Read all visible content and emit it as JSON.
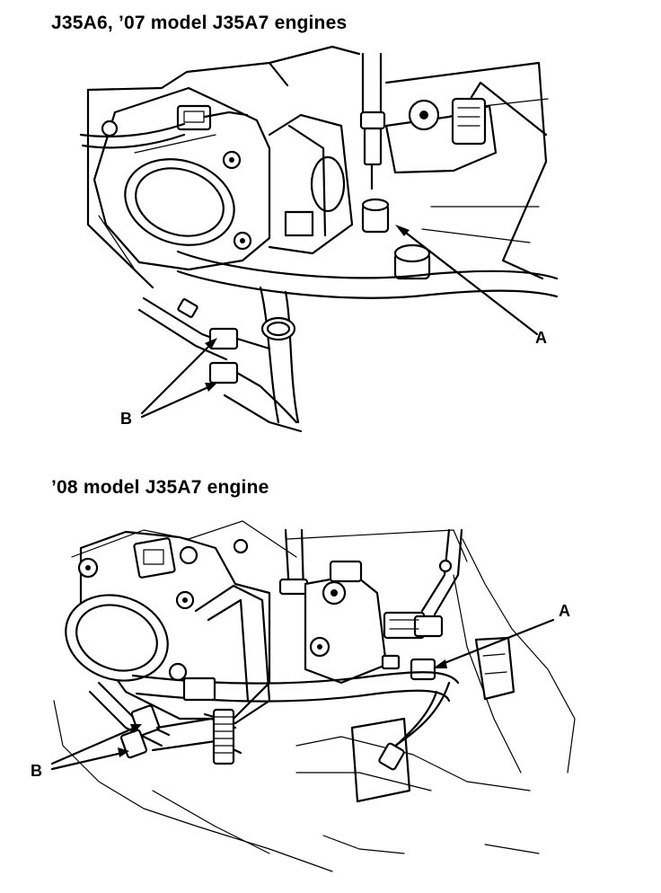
{
  "titles": {
    "top": "J35A6, ’07 model J35A7 engines",
    "bottom": "’08 model J35A7 engine"
  },
  "callouts": {
    "top_a": "A",
    "top_b": "B",
    "bottom_a": "A",
    "bottom_b": "B"
  }
}
